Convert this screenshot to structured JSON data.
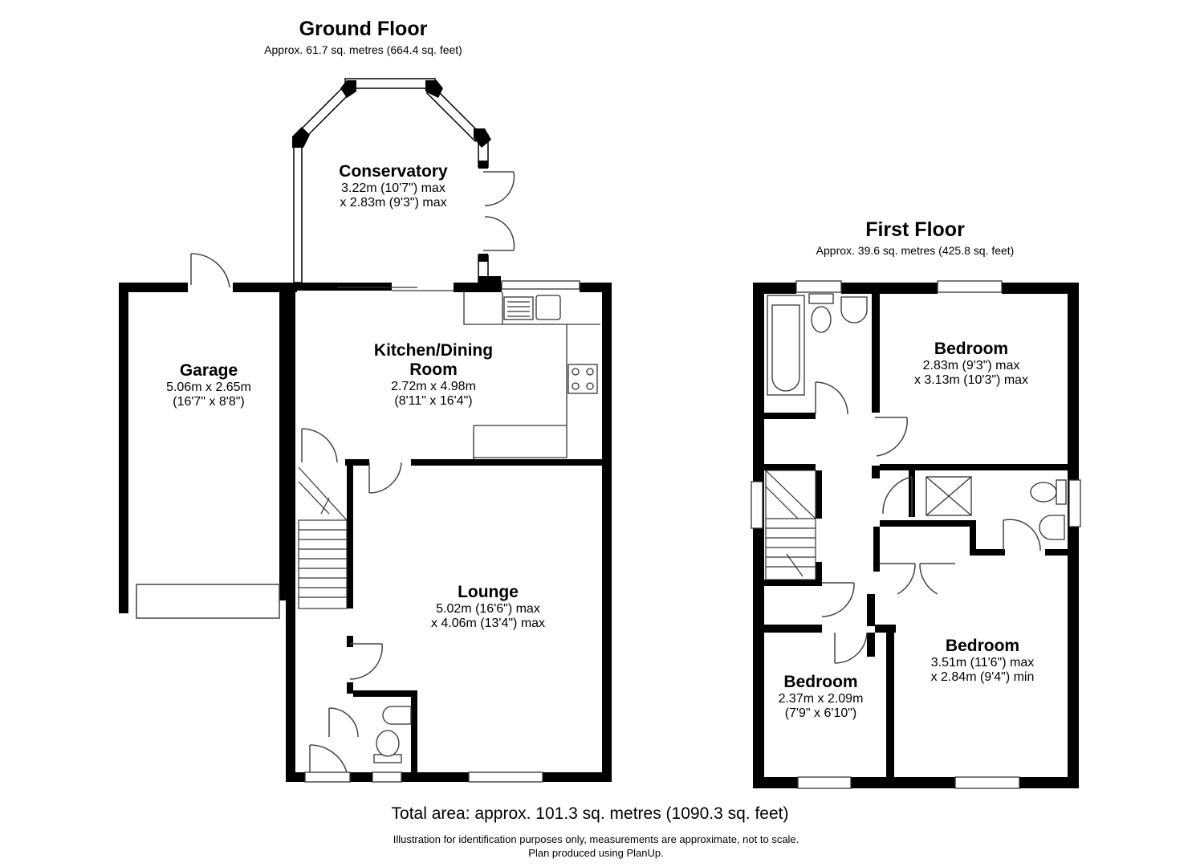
{
  "ground_floor": {
    "title": "Ground Floor",
    "area": "Approx. 61.7 sq. metres (664.4 sq. feet)",
    "rooms": {
      "conservatory": {
        "name": "Conservatory",
        "line1": "3.22m (10'7\") max",
        "line2": "x 2.83m (9'3\") max"
      },
      "garage": {
        "name": "Garage",
        "line1": "5.06m x 2.65m",
        "line2": "(16'7\" x 8'8\")"
      },
      "kitchen": {
        "name": "Kitchen/Dining",
        "name2": "Room",
        "line1": "2.72m x 4.98m",
        "line2": "(8'11\" x 16'4\")"
      },
      "lounge": {
        "name": "Lounge",
        "line1": "5.02m (16'6\") max",
        "line2": "x 4.06m (13'4\") max"
      }
    }
  },
  "first_floor": {
    "title": "First Floor",
    "area": "Approx. 39.6 sq. metres (425.8 sq. feet)",
    "rooms": {
      "bedroom1": {
        "name": "Bedroom",
        "line1": "2.83m (9'3\") max",
        "line2": "x 3.13m (10'3\") max"
      },
      "bedroom2": {
        "name": "Bedroom",
        "line1": "3.51m (11'6\") max",
        "line2": "x 2.84m (9'4\") min"
      },
      "bedroom3": {
        "name": "Bedroom",
        "line1": "2.37m x 2.09m",
        "line2": "(7'9\" x 6'10\")"
      }
    }
  },
  "footer": {
    "total": "Total area: approx. 101.3 sq. metres (1090.3 sq. feet)",
    "disclaimer1": "Illustration for identification purposes only, measurements are approximate, not to scale.",
    "disclaimer2": "Plan produced using PlanUp."
  },
  "colors": {
    "wall": "#000000",
    "fixture_stroke": "#555555",
    "background": "#ffffff"
  }
}
